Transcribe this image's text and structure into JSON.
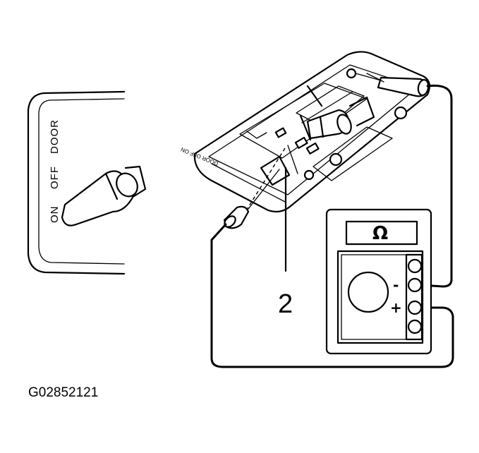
{
  "switch_positions": [
    "ON",
    "OFF",
    "DOOR"
  ],
  "housing_label": "DOOR OFF ON",
  "callout_number": "2",
  "meter": {
    "display_symbol": "Ω",
    "terminal_minus": "-",
    "terminal_plus": "+"
  },
  "figure_id": "G02852121"
}
